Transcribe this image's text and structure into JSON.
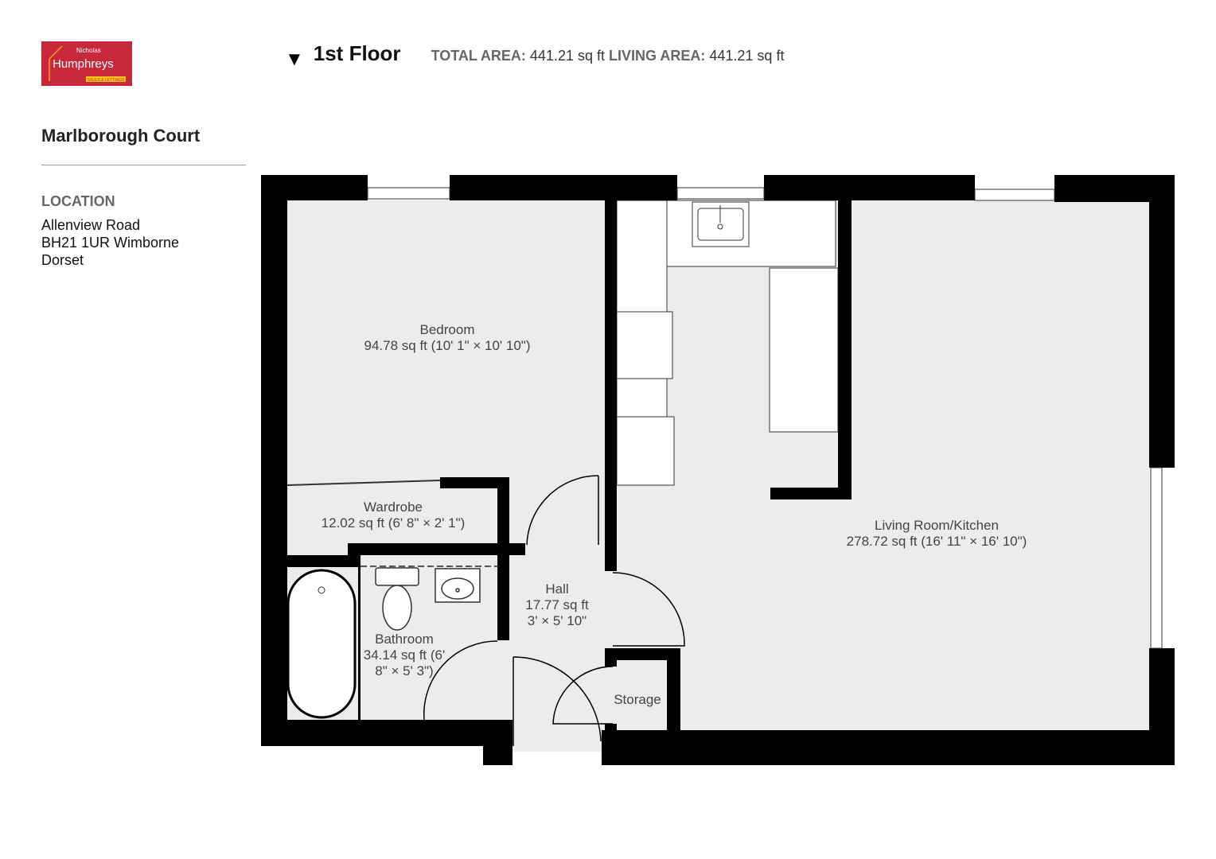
{
  "logo": {
    "text_top": "Nicholas",
    "text_main": "Humphreys",
    "tagline": "SALES & LETTINGS"
  },
  "header": {
    "floor_icon": "triangle-down-icon",
    "floor": "1st Floor",
    "total_area_label": "TOTAL AREA:",
    "total_area": "441.21 sq ft",
    "living_area_label": "LIVING AREA:",
    "living_area": "441.21 sq ft"
  },
  "property": {
    "name": "Marlborough Court",
    "location_label": "LOCATION",
    "address": [
      "Allenview Road",
      "BH21 1UR Wimborne",
      "Dorset"
    ]
  },
  "rooms": {
    "bedroom": {
      "name": "Bedroom",
      "detail": "94.78 sq ft (10' 1\" × 10' 10\")"
    },
    "wardrobe": {
      "name": "Wardrobe",
      "detail": "12.02 sq ft (6' 8\" × 2' 1\")"
    },
    "bathroom": {
      "name": "Bathroom",
      "detail1": "34.14 sq ft (6'",
      "detail2": "8\" × 5' 3\")"
    },
    "hall": {
      "name": "Hall",
      "detail1": "17.77 sq ft",
      "detail2": "3' × 5' 10\""
    },
    "storage": {
      "name": "Storage"
    },
    "living": {
      "name": "Living Room/Kitchen",
      "detail": "278.72 sq ft (16' 11\" × 16' 10\")"
    }
  },
  "colors": {
    "wall": "#000000",
    "floor": "#ececee",
    "brand": "#c8283a",
    "brand_accent": "#f5c518"
  }
}
